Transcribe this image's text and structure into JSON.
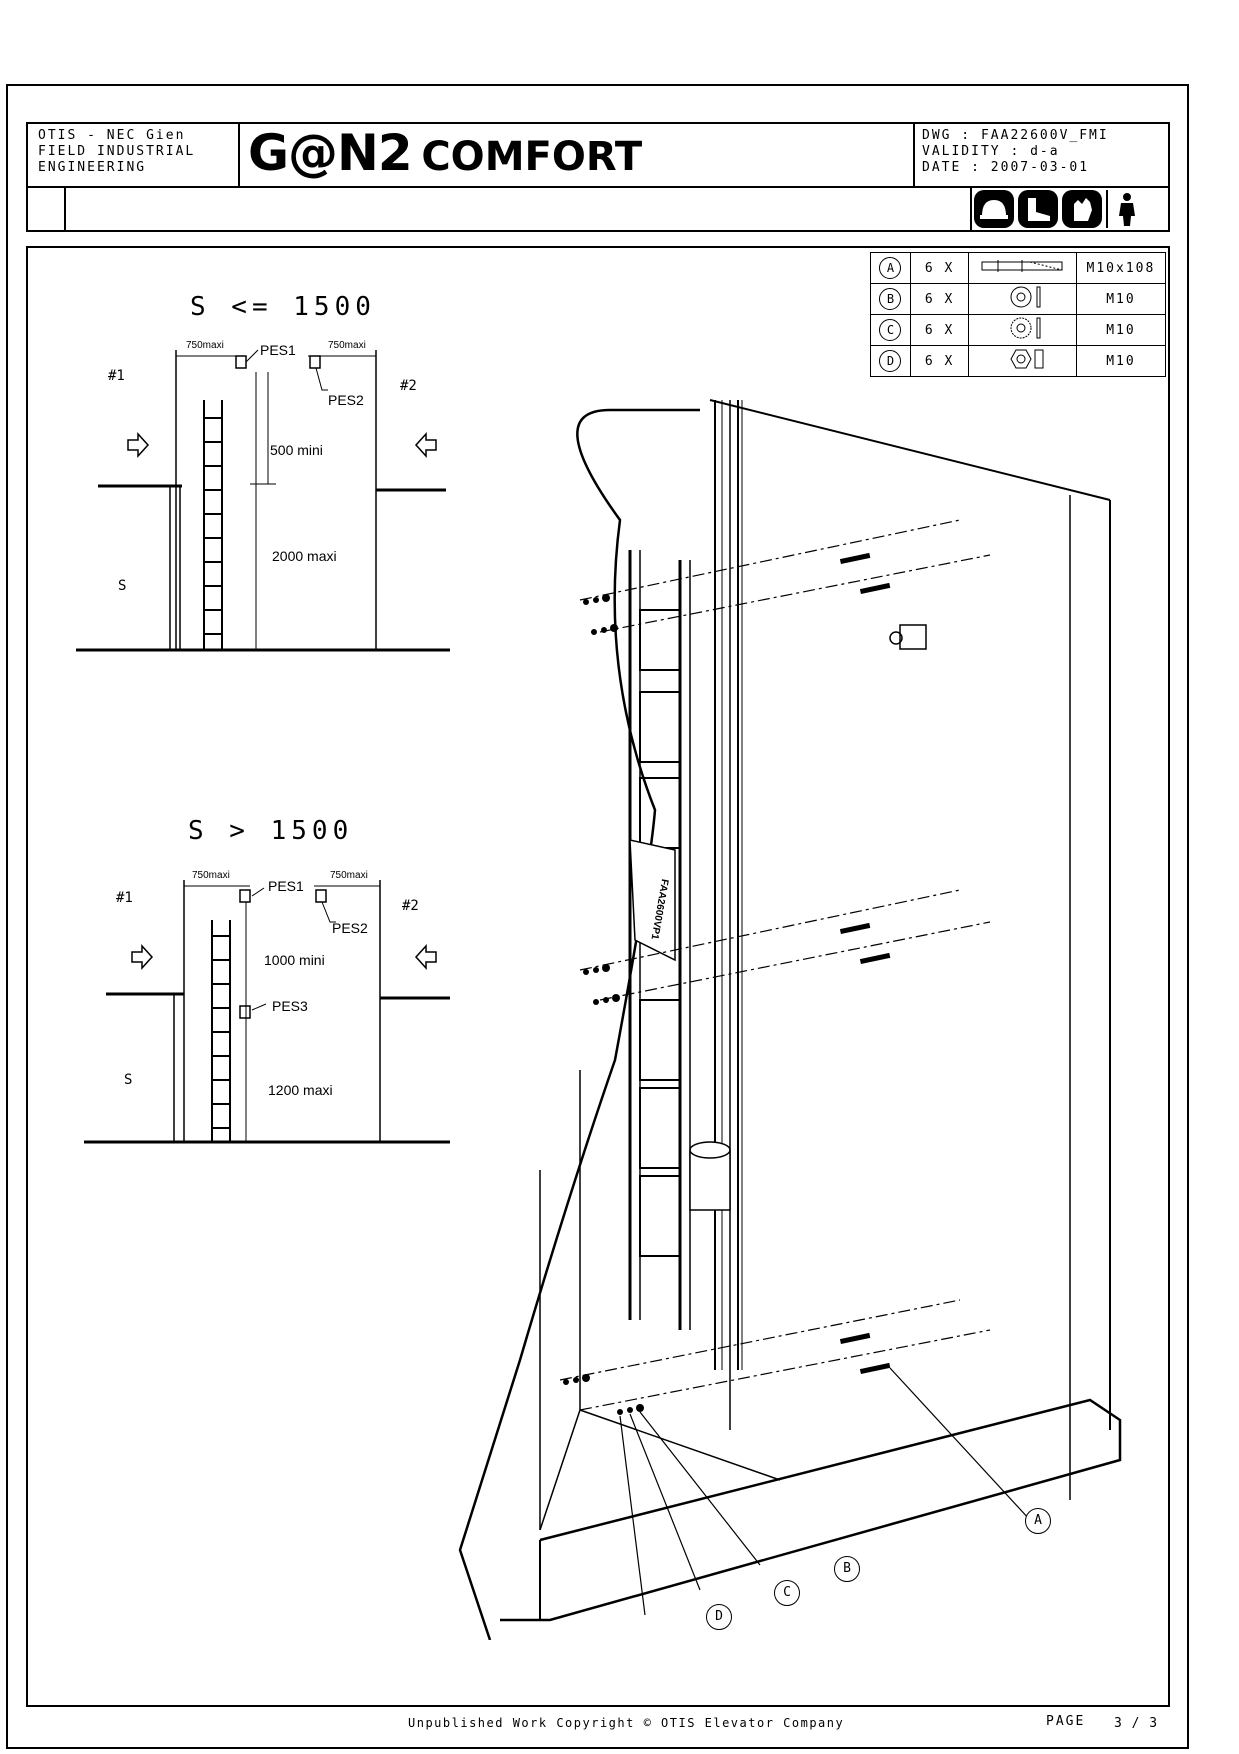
{
  "title_block": {
    "org_lines": [
      "OTIS - NEC Gien",
      "FIELD INDUSTRIAL",
      "ENGINEERING"
    ],
    "logo_left": "G@N2",
    "logo_right": "COMFORT",
    "dwg_lines": [
      "DWG : FAA22600V_FMI",
      "VALIDITY : d-a",
      "DATE : 2007-03-01"
    ],
    "ppe_icons": [
      "helmet-icon",
      "safety-boots-icon",
      "gloves-icon",
      "person-icon"
    ]
  },
  "parts_table": [
    {
      "ref": "A",
      "qty": "6 X",
      "icon": "anchor-bolt-icon",
      "size": "M10x108"
    },
    {
      "ref": "B",
      "qty": "6 X",
      "icon": "flat-washer-icon",
      "size": "M10"
    },
    {
      "ref": "C",
      "qty": "6 X",
      "icon": "lock-washer-icon",
      "size": "M10"
    },
    {
      "ref": "D",
      "qty": "6 X",
      "icon": "nut-icon",
      "size": "M10"
    }
  ],
  "diagram_top": {
    "heading": "S <= 1500",
    "dim_left": "750maxi",
    "dim_right": "750maxi",
    "pes1": "PES1",
    "pes2": "PES2",
    "landing_left": "#1",
    "landing_right": "#2",
    "dim_mid": "500 mini",
    "dim_max": "2000 maxi",
    "s_label": "S"
  },
  "diagram_bottom": {
    "heading": "S > 1500",
    "dim_left": "750maxi",
    "dim_right": "750maxi",
    "pes1": "PES1",
    "pes2": "PES2",
    "pes3": "PES3",
    "landing_left": "#1",
    "landing_right": "#2",
    "dim_mid": "1000 mini",
    "dim_max": "1200 maxi",
    "s_label": "S"
  },
  "iso_view": {
    "ladder_label": "FAA2600VP1",
    "callouts": [
      "A",
      "B",
      "C",
      "D"
    ]
  },
  "footer": {
    "copyright": "Unpublished Work Copyright © OTIS Elevator Company",
    "page_label": "PAGE",
    "page_value": "3 / 3"
  }
}
